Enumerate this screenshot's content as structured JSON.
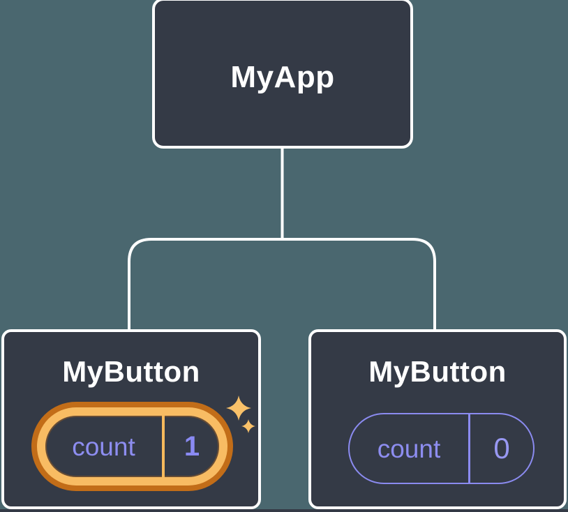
{
  "colors": {
    "background": "#4A676F",
    "node_fill": "#343A46",
    "node_border": "#FFFFFF",
    "connector": "#FFFFFF",
    "label_text": "#FFFFFF",
    "state_name_text": "#8D8DF0",
    "state_value_highlight": "#8A8AF3",
    "state_value_plain": "#9898F2",
    "highlight_ring_outer": "#C26D18",
    "highlight_ring_inner": "#F8BC63",
    "highlight_divider": "#F6B95C",
    "plain_pill_border": "#8B8BF0",
    "sparkle": "#F9C169",
    "bottom_bar": "#343A46"
  },
  "tree": {
    "root": {
      "label": "MyApp"
    },
    "children": [
      {
        "label": "MyButton",
        "highlighted": true,
        "state": {
          "name": "count",
          "value": "1"
        }
      },
      {
        "label": "MyButton",
        "highlighted": false,
        "state": {
          "name": "count",
          "value": "0"
        }
      }
    ]
  }
}
